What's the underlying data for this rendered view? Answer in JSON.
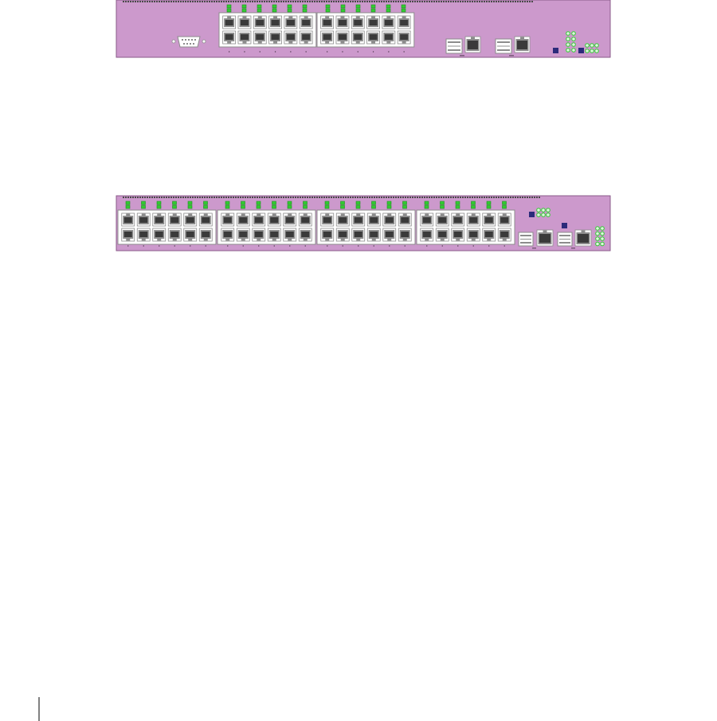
{
  "colors": {
    "chassis": "#cc99cc",
    "chassis_edge": "#8a5a8a",
    "led_green": "#33cc33",
    "led_ring": "#1f8f1f",
    "port_grey": "#8c8c8c",
    "port_dark": "#3a3a3a",
    "button_navy": "#2b2b7a",
    "vent": "#4a4a4a",
    "rule": "#000000"
  },
  "switches": [
    {
      "id": "24-port",
      "port_count": 24,
      "ports_per_block": 12,
      "port_columns_per_block": 6,
      "has_console_port": true,
      "uplinks": 2,
      "status_led_groups": 2
    },
    {
      "id": "48-port",
      "port_count": 48,
      "ports_per_block": 12,
      "port_columns_per_block": 6,
      "has_console_port": false,
      "uplinks": 2,
      "status_led_groups": 2
    }
  ],
  "page": {
    "margin_rule": true
  }
}
